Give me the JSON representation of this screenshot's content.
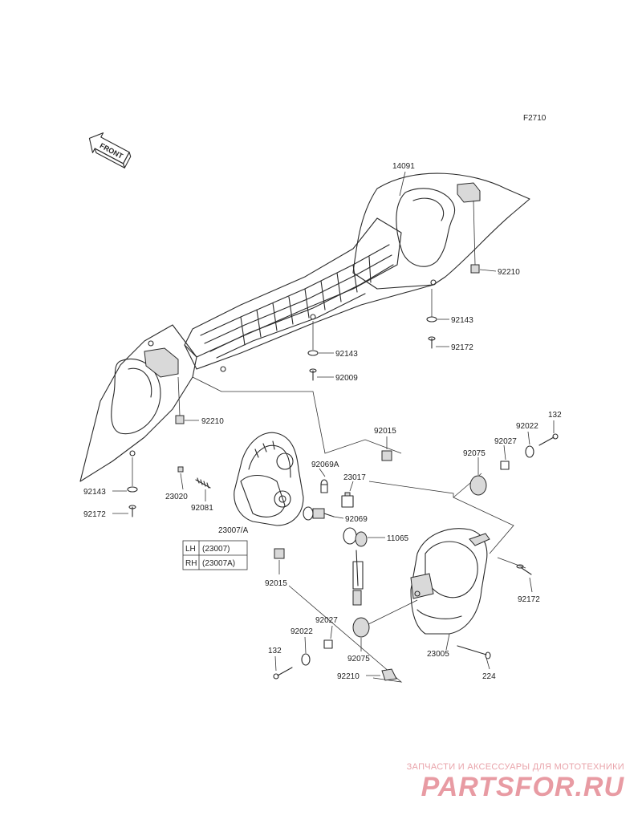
{
  "figure_code": "F2710",
  "front_badge": "FRONT",
  "callouts": [
    {
      "id": "c14091",
      "text": "14091"
    },
    {
      "id": "c92210a",
      "text": "92210"
    },
    {
      "id": "c92143a",
      "text": "92143"
    },
    {
      "id": "c92172a",
      "text": "92172"
    },
    {
      "id": "c92143b",
      "text": "92143"
    },
    {
      "id": "c92009",
      "text": "92009"
    },
    {
      "id": "c92210b",
      "text": "92210"
    },
    {
      "id": "c92015a",
      "text": "92015"
    },
    {
      "id": "c92069A",
      "text": "92069A"
    },
    {
      "id": "c23017",
      "text": "23017"
    },
    {
      "id": "c92069",
      "text": "92069"
    },
    {
      "id": "c11065",
      "text": "11065"
    },
    {
      "id": "c23020",
      "text": "23020"
    },
    {
      "id": "c92081",
      "text": "92081"
    },
    {
      "id": "c23007A",
      "text": "23007/A"
    },
    {
      "id": "c92143c",
      "text": "92143"
    },
    {
      "id": "c92172c",
      "text": "92172"
    },
    {
      "id": "c92015b",
      "text": "92015"
    },
    {
      "id": "c132a",
      "text": "132"
    },
    {
      "id": "c92022a",
      "text": "92022"
    },
    {
      "id": "c92027a",
      "text": "92027"
    },
    {
      "id": "c92075a",
      "text": "92075"
    },
    {
      "id": "c92172b",
      "text": "92172"
    },
    {
      "id": "c92027b",
      "text": "92027"
    },
    {
      "id": "c92022b",
      "text": "92022"
    },
    {
      "id": "c132b",
      "text": "132"
    },
    {
      "id": "c92075b",
      "text": "92075"
    },
    {
      "id": "c23005",
      "text": "23005"
    },
    {
      "id": "c224",
      "text": "224"
    },
    {
      "id": "c92210c",
      "text": "92210"
    }
  ],
  "side_table": [
    {
      "side": "LH",
      "part": "(23007)"
    },
    {
      "side": "RH",
      "part": "(23007A)"
    }
  ],
  "watermark": {
    "tagline": "ЗАПЧАСТИ И АКСЕССУАРЫ ДЛЯ МОТОТЕХНИКИ",
    "logo": "PARTSFOR.RU"
  }
}
